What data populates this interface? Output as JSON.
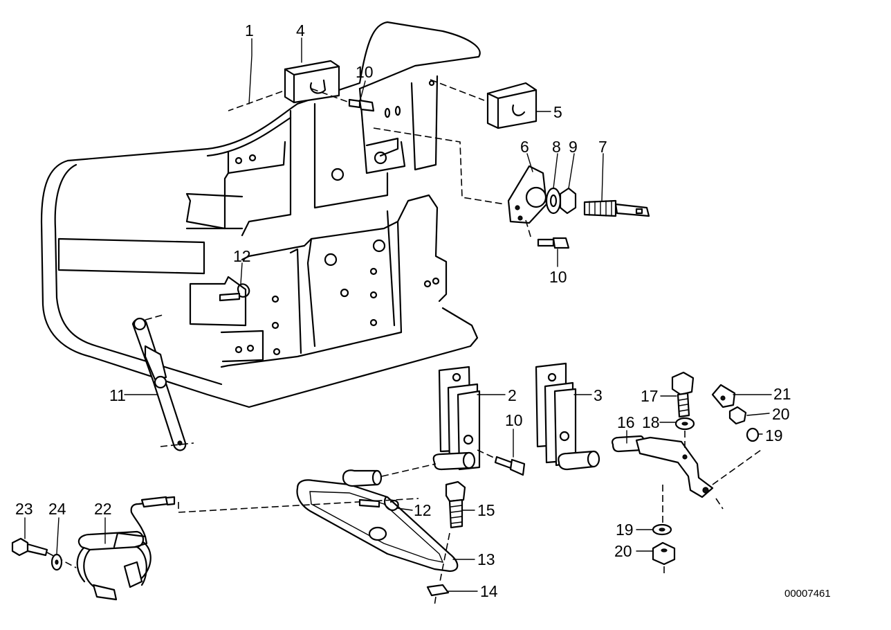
{
  "callouts": [
    {
      "id": "c1",
      "text": "1"
    },
    {
      "id": "c4",
      "text": "4"
    },
    {
      "id": "c10a",
      "text": "10"
    },
    {
      "id": "c5",
      "text": "5"
    },
    {
      "id": "c6",
      "text": "6"
    },
    {
      "id": "c8",
      "text": "8"
    },
    {
      "id": "c9",
      "text": "9"
    },
    {
      "id": "c7",
      "text": "7"
    },
    {
      "id": "c10b",
      "text": "10"
    },
    {
      "id": "c12a",
      "text": "12"
    },
    {
      "id": "c11",
      "text": "11"
    },
    {
      "id": "c2",
      "text": "2"
    },
    {
      "id": "c3",
      "text": "3"
    },
    {
      "id": "c10c",
      "text": "10"
    },
    {
      "id": "c17",
      "text": "17"
    },
    {
      "id": "c21",
      "text": "21"
    },
    {
      "id": "c16",
      "text": "16"
    },
    {
      "id": "c18",
      "text": "18"
    },
    {
      "id": "c20a",
      "text": "20"
    },
    {
      "id": "c19a",
      "text": "19"
    },
    {
      "id": "c23",
      "text": "23"
    },
    {
      "id": "c24",
      "text": "24"
    },
    {
      "id": "c22",
      "text": "22"
    },
    {
      "id": "c12b",
      "text": "12"
    },
    {
      "id": "c15",
      "text": "15"
    },
    {
      "id": "c13",
      "text": "13"
    },
    {
      "id": "c14",
      "text": "14"
    },
    {
      "id": "c19b",
      "text": "19"
    },
    {
      "id": "c20b",
      "text": "20"
    }
  ],
  "reference_number": "00007461"
}
